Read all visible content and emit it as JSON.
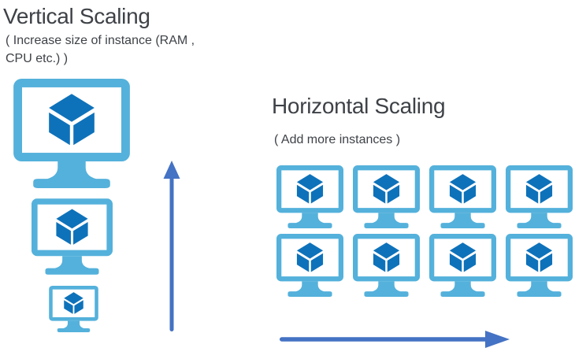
{
  "colors": {
    "monitor_frame": "#54b1db",
    "monitor_screen": "#ffffff",
    "cube_blue": "#0e72ba",
    "arrow_blue": "#4472c4",
    "text_dark": "#3e4247",
    "background": "#ffffff"
  },
  "vertical_section": {
    "title": "Vertical Scaling",
    "subtitle_line1": "( Increase size of instance (RAM ,",
    "subtitle_line2": "CPU etc.) )",
    "monitor_sizes": [
      "large",
      "medium",
      "small"
    ],
    "arrow_direction": "up"
  },
  "horizontal_section": {
    "title": "Horizontal Scaling",
    "subtitle": "( Add more instances )",
    "instance_rows": 2,
    "instance_columns": 4,
    "arrow_direction": "right"
  }
}
